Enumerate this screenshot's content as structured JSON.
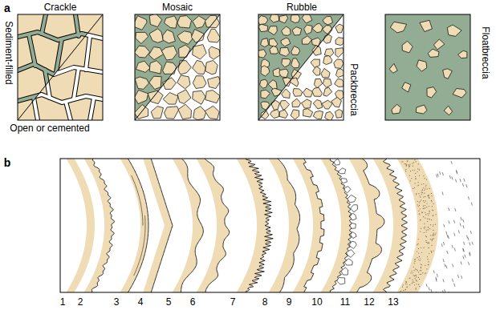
{
  "diagram": {
    "labels": [
      "a",
      "Crackle",
      "Mosaic",
      "Rubble",
      "Sediment-filled",
      "Open or cemented",
      "Packbreccia",
      "Floatbreccia",
      "b",
      "1",
      "2",
      "3",
      "4",
      "5",
      "6",
      "7",
      "8",
      "9",
      "10",
      "11",
      "12",
      "13"
    ]
  }
}
